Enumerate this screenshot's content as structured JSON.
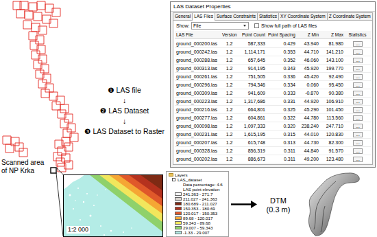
{
  "diagram": {
    "nodes": [
      {
        "text": [
          "LAS Dataset Properties"
        ]
      },
      {
        "text": [
          "1:2 000"
        ]
      },
      {
        "text": [
          "Layers",
          "LAS_dataset",
          "Data percentage: 4.6",
          "LAS point elevation"
        ]
      },
      {
        "text": [
          "DTM (0.3 m)"
        ]
      }
    ],
    "edges": [
      {
        "from": 2,
        "to": 3,
        "arrow": "to"
      }
    ],
    "labels": [
      "❶ LAS file",
      "↓",
      "❷ LAS Dataset",
      "↓",
      "❸ LAS Dataset to Raster",
      "Scanned area of NP Krka",
      "General",
      "LAS Files",
      "Surface Constraints",
      "Statistics",
      "XY Coordinate System",
      "Z Coordinate System",
      "Show:",
      "File",
      "Show full path of LAS files",
      "LAS File",
      "Version",
      "Point Count",
      "Point Spacing",
      "Z Min",
      "Z Max",
      "Statistics",
      "ground_000200.las",
      "1.2",
      "587,333",
      "0.429",
      "43.940",
      "81.980",
      "...",
      "ground_000242.las",
      "1.2",
      "1,114,171",
      "0.353",
      "44.710",
      "141.210",
      "...",
      "ground_000288.las",
      "1.2",
      "657,645",
      "0.352",
      "46.060",
      "143.100",
      "...",
      "ground_000313.las",
      "1.2",
      "914,195",
      "0.343",
      "45.920",
      "199.770",
      "...",
      "ground_000261.las",
      "1.2",
      "751,505",
      "0.336",
      "45.420",
      "92.490",
      "...",
      "ground_000296.las",
      "1.2",
      "794,346",
      "0.334",
      "0.060",
      "95.450",
      "...",
      "ground_000309.las",
      "1.2",
      "941,609",
      "0.333",
      "-0.870",
      "90.380",
      "...",
      "ground_000223.las",
      "1.2",
      "1,317,686",
      "0.331",
      "44.920",
      "106.910",
      "...",
      "ground_000216.las",
      "1.2",
      "664,801",
      "0.325",
      "45.290",
      "101.450",
      "...",
      "ground_000277.las",
      "1.2",
      "604,861",
      "0.322",
      "44.780",
      "113.560",
      "...",
      "ground_000098.las",
      "1.2",
      "1,097,333",
      "0.320",
      "238.240",
      "247.710",
      "...",
      "ground_000231.las",
      "1.2",
      "1,615,195",
      "0.315",
      "44.010",
      "120.830",
      "...",
      "ground_000207.las",
      "1.2",
      "615,748",
      "0.313",
      "44.730",
      "82.300",
      "...",
      "ground_000328.las",
      "1.2",
      "856,319",
      "0.311",
      "44.840",
      "91.570",
      "...",
      "ground_000202.las",
      "1.2",
      "886,673",
      "0.311",
      "49.200",
      "123.480",
      "..."
    ],
    "legend": [
      {
        "text": "241.363 - 271.7",
        "color": "#f2f2f2"
      },
      {
        "text": "211.027 - 241.363",
        "color": "#d9d4cf"
      },
      {
        "text": "180.689 - 211.027",
        "color": "#7e2a14"
      },
      {
        "text": "150.353 - 180.69",
        "color": "#b5321e"
      },
      {
        "text": "120.017 - 150.353",
        "color": "#e0582a"
      },
      {
        "text": "89.68 - 120.017",
        "color": "#f5a634"
      },
      {
        "text": "59.343 - 89.68",
        "color": "#f2e65c"
      },
      {
        "text": "29.007 - 59.343",
        "color": "#8fd16b"
      },
      {
        "text": "-1.33 - 29.007",
        "color": "#b4ece6"
      }
    ]
  }
}
